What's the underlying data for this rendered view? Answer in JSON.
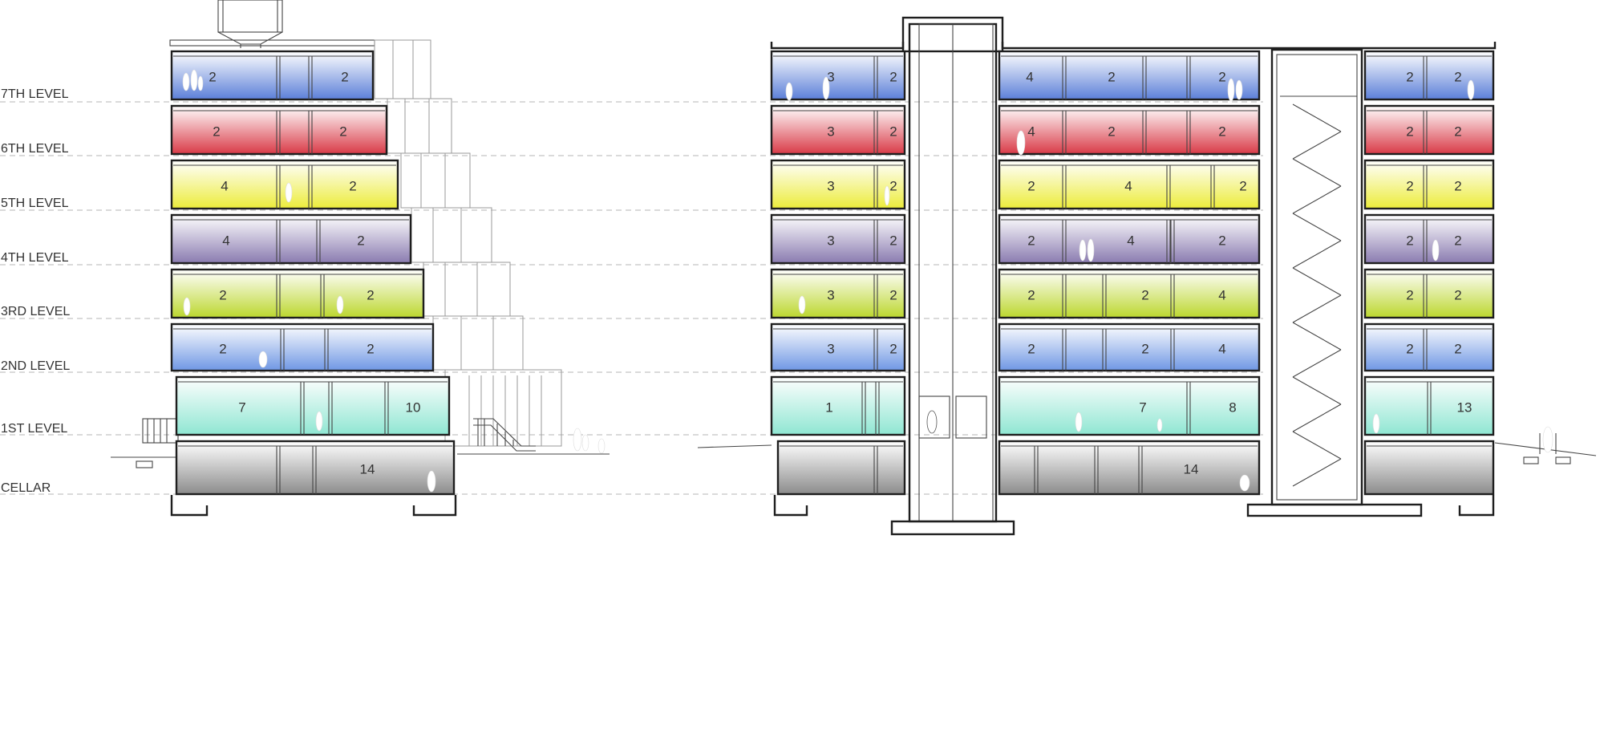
{
  "level_labels": [
    "7TH LEVEL",
    "6TH LEVEL",
    "5TH LEVEL",
    "4TH LEVEL",
    "3RD LEVEL",
    "2ND LEVEL",
    "1ST LEVEL",
    "CELLAR"
  ],
  "floor_colors": {
    "7": "#5b7fd8",
    "6": "#d93a47",
    "5": "#ecec3a",
    "4": "#8a7bb0",
    "3": "#bcd72e",
    "2": "#6f97e4",
    "1": "#8fe6d2",
    "0": "#8c8c8c"
  },
  "left_section": {
    "7": [
      "2",
      "2"
    ],
    "6": [
      "2",
      "2"
    ],
    "5": [
      "4",
      "2"
    ],
    "4": [
      "4",
      "2"
    ],
    "3": [
      "2",
      "2"
    ],
    "2": [
      "2",
      "2"
    ],
    "1": [
      "7",
      "10"
    ],
    "0": [
      "14"
    ]
  },
  "right_west": {
    "7": [
      "3",
      "2"
    ],
    "6": [
      "3",
      "2"
    ],
    "5": [
      "3",
      "2"
    ],
    "4": [
      "3",
      "2"
    ],
    "3": [
      "3",
      "2"
    ],
    "2": [
      "3",
      "2"
    ],
    "1": [
      "1"
    ]
  },
  "right_middle": {
    "7": [
      "4",
      "2",
      "2"
    ],
    "6": [
      "4",
      "2",
      "2"
    ],
    "5": [
      "2",
      "4",
      "2"
    ],
    "4": [
      "2",
      "4",
      "2"
    ],
    "3": [
      "2",
      "2",
      "4"
    ],
    "2": [
      "2",
      "2",
      "4"
    ],
    "1": [
      "7",
      "8"
    ],
    "0": [
      "14"
    ]
  },
  "right_east": {
    "7": [
      "2",
      "2"
    ],
    "6": [
      "2",
      "2"
    ],
    "5": [
      "2",
      "2"
    ],
    "4": [
      "2",
      "2"
    ],
    "3": [
      "2",
      "2"
    ],
    "2": [
      "2",
      "2"
    ],
    "1": [
      "13"
    ]
  }
}
